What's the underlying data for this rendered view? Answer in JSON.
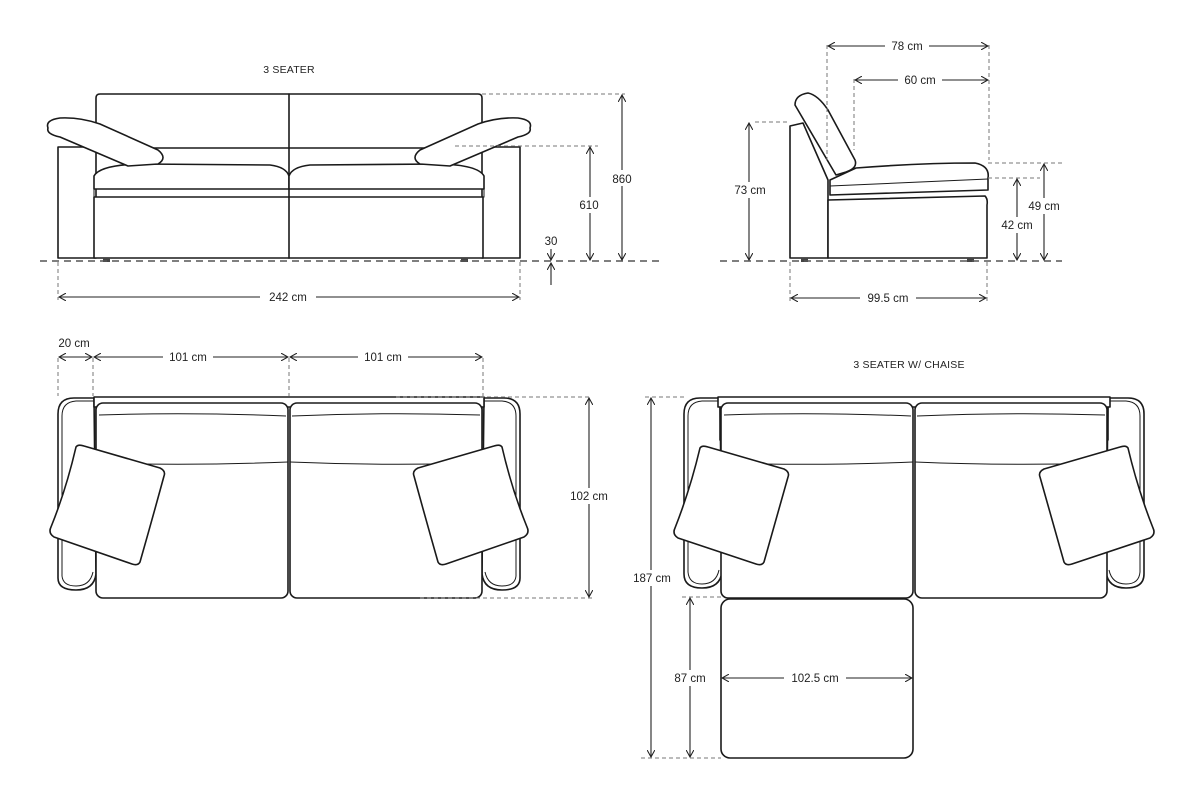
{
  "views": {
    "front": {
      "title": "3 SEATER",
      "dims": {
        "width": "242 cm",
        "height_total": "860",
        "height_arm": "610",
        "leg_clearance": "30"
      }
    },
    "side": {
      "dims": {
        "depth_total": "99.5 cm",
        "depth_seat_back": "78 cm",
        "depth_seat": "60 cm",
        "height_back": "73 cm",
        "height_cushion_top": "49 cm",
        "height_seat": "42 cm"
      }
    },
    "top": {
      "dims": {
        "arm_width": "20 cm",
        "seat_width_left": "101 cm",
        "seat_width_right": "101 cm",
        "depth": "102 cm"
      }
    },
    "chaise": {
      "title": "3 SEATER W/ CHAISE",
      "dims": {
        "total_depth": "187 cm",
        "chaise_length": "87 cm",
        "chaise_width": "102.5 cm"
      }
    }
  }
}
